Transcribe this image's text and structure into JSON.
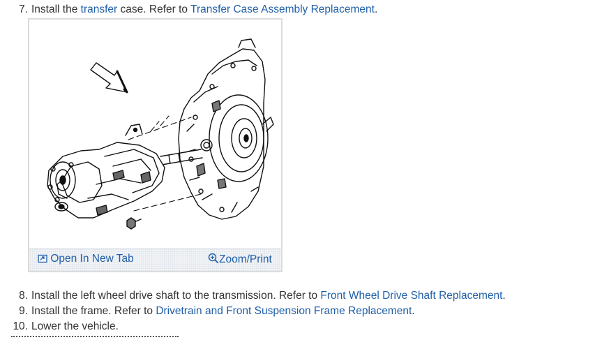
{
  "steps": [
    {
      "num": "7.",
      "parts": [
        {
          "text": "Install the ",
          "link": false
        },
        {
          "text": "transfer",
          "link": true
        },
        {
          "text": " case. Refer to ",
          "link": false
        },
        {
          "text": "Transfer Case Assembly Replacement",
          "link": true
        },
        {
          "text": ".",
          "link": false
        }
      ]
    },
    {
      "num": "8.",
      "parts": [
        {
          "text": "Install the left wheel drive shaft to the transmission. Refer to ",
          "link": false
        },
        {
          "text": "Front Wheel Drive Shaft Replacement",
          "link": true
        },
        {
          "text": ".",
          "link": false
        }
      ]
    },
    {
      "num": "9.",
      "parts": [
        {
          "text": "Install the frame. Refer to ",
          "link": false
        },
        {
          "text": "Drivetrain and Front Suspension Frame Replacement",
          "link": true
        },
        {
          "text": ".",
          "link": false
        }
      ]
    },
    {
      "num": "10.",
      "parts": [
        {
          "text": "Lower the vehicle.",
          "link": false
        }
      ]
    }
  ],
  "figure": {
    "open_label": "Open In New Tab",
    "zoom_label": "Zoom/Print"
  },
  "colors": {
    "link": "#1f5fa8",
    "text": "#333333",
    "footer_bg": "#f2f4f7"
  },
  "icons": {
    "open": "open-new-tab-icon",
    "zoom": "zoom-icon"
  }
}
